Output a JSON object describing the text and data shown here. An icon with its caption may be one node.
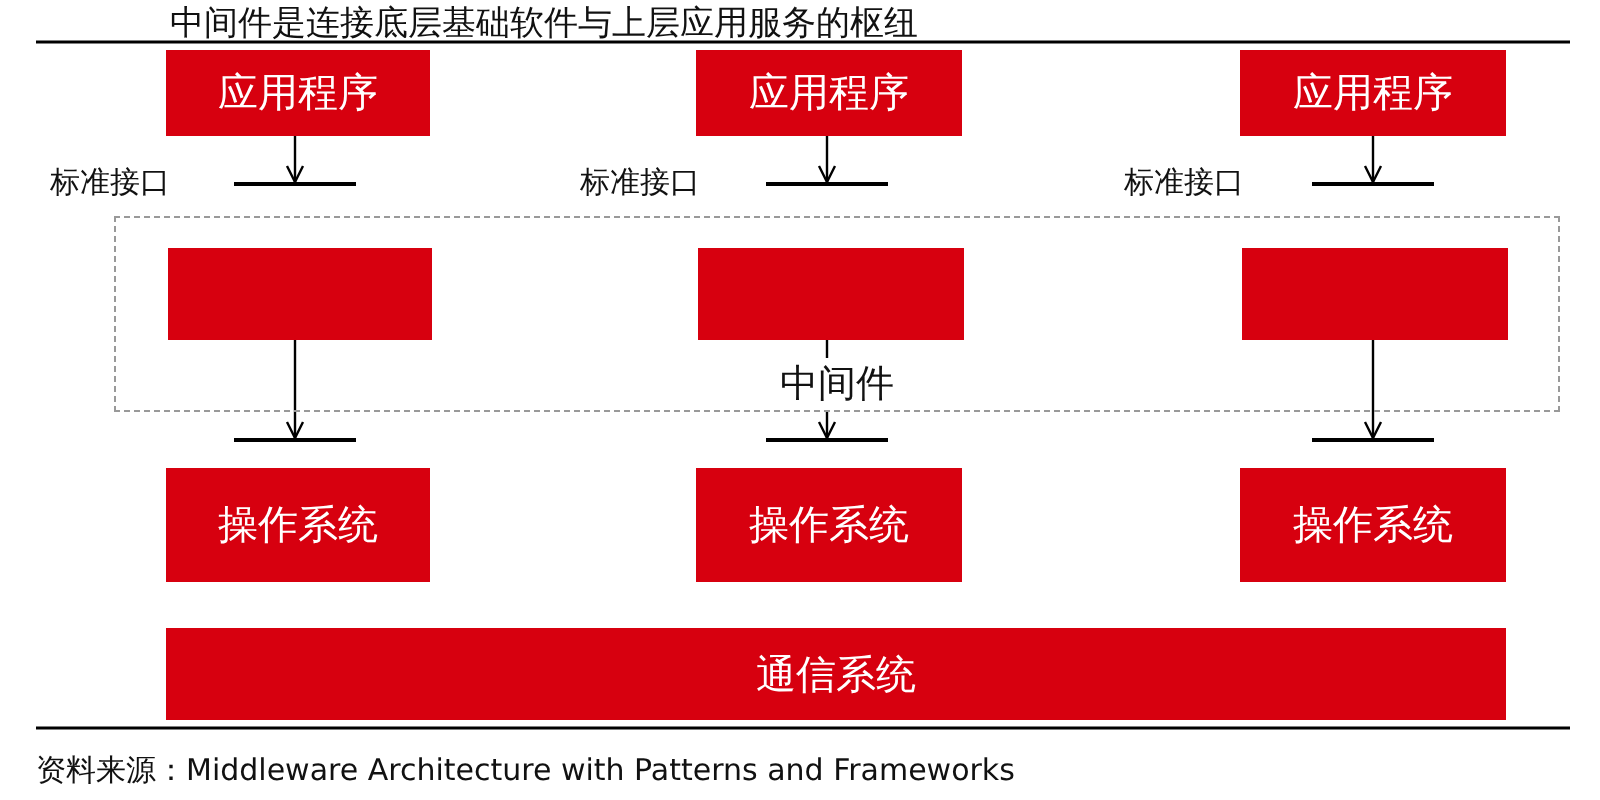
{
  "diagram": {
    "title": "中间件是连接底层基础软件与上层应用服务的枢纽",
    "caption": "资料来源：Middleware Architecture with Patterns and Frameworks",
    "nodes": [
      {
        "text": [
          "中间件"
        ]
      },
      {
        "text": [
          "应用程序"
        ]
      },
      {
        "text": [
          "应用程序"
        ]
      },
      {
        "text": [
          "应用程序"
        ]
      },
      {
        "text": [],
        "shape": "bar"
      },
      {
        "text": [],
        "shape": "bar"
      },
      {
        "text": [],
        "shape": "bar"
      },
      {
        "text": [],
        "shape": "box",
        "in": 0
      },
      {
        "text": [],
        "shape": "box",
        "in": 0
      },
      {
        "text": [],
        "shape": "box",
        "in": 0
      },
      {
        "text": [],
        "shape": "bar"
      },
      {
        "text": [],
        "shape": "bar"
      },
      {
        "text": [],
        "shape": "bar"
      },
      {
        "text": [
          "操作系统"
        ]
      },
      {
        "text": [
          "操作系统"
        ]
      },
      {
        "text": [
          "操作系统"
        ]
      },
      {
        "text": [
          "通信系统"
        ]
      }
    ],
    "edges": [
      {
        "from": 1,
        "to": 4,
        "arrow": "to"
      },
      {
        "from": 2,
        "to": 5,
        "arrow": "to"
      },
      {
        "from": 3,
        "to": 6,
        "arrow": "to"
      },
      {
        "from": 7,
        "to": 10,
        "arrow": "to"
      },
      {
        "from": 8,
        "to": 11,
        "arrow": "to"
      },
      {
        "from": 9,
        "to": 12,
        "arrow": "to"
      }
    ],
    "labels": [
      "标准接口",
      "标准接口",
      "标准接口"
    ]
  }
}
